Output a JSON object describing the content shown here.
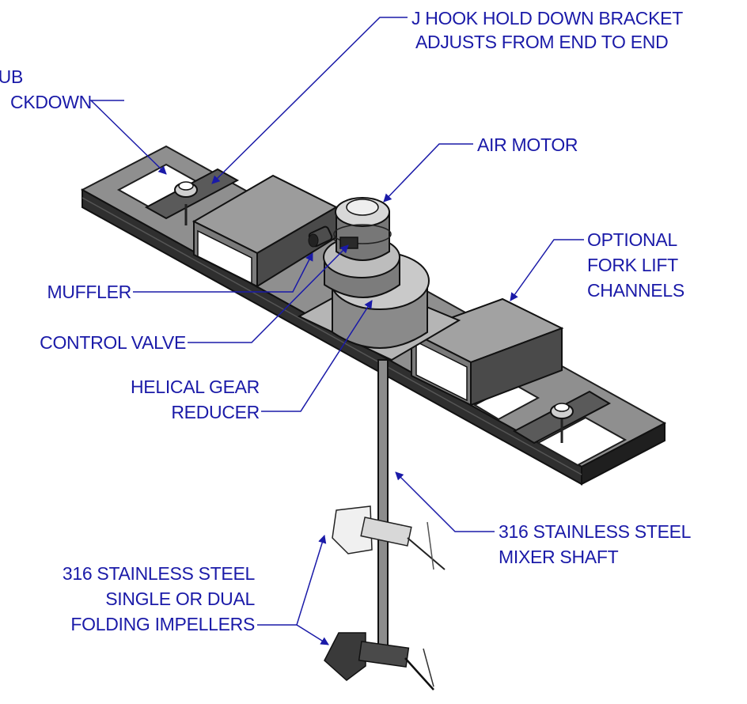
{
  "colors": {
    "callout": "#1a1aa8",
    "steel_dark": "#2b2b2b",
    "steel_mid": "#6d6d6d",
    "steel_light": "#9e9e9e",
    "steel_pale": "#cfcfcf",
    "background": "#ffffff"
  },
  "labels": {
    "j_hook_line1": "J HOOK HOLD DOWN BRACKET",
    "j_hook_line2": "ADJUSTS FROM END TO END",
    "tub_line1": "UB",
    "tub_line2": "CKDOWN",
    "air_motor": "AIR MOTOR",
    "fork_line1": "OPTIONAL",
    "fork_line2": "FORK LIFT",
    "fork_line3": "CHANNELS",
    "muffler": "MUFFLER",
    "control_valve": "CONTROL VALVE",
    "gear_line1": "HELICAL GEAR",
    "gear_line2": "REDUCER",
    "shaft_line1": "316 STAINLESS STEEL",
    "shaft_line2": "MIXER SHAFT",
    "impeller_line1": "316 STAINLESS STEEL",
    "impeller_line2": "SINGLE OR DUAL",
    "impeller_line3": "FOLDING IMPELLERS"
  }
}
